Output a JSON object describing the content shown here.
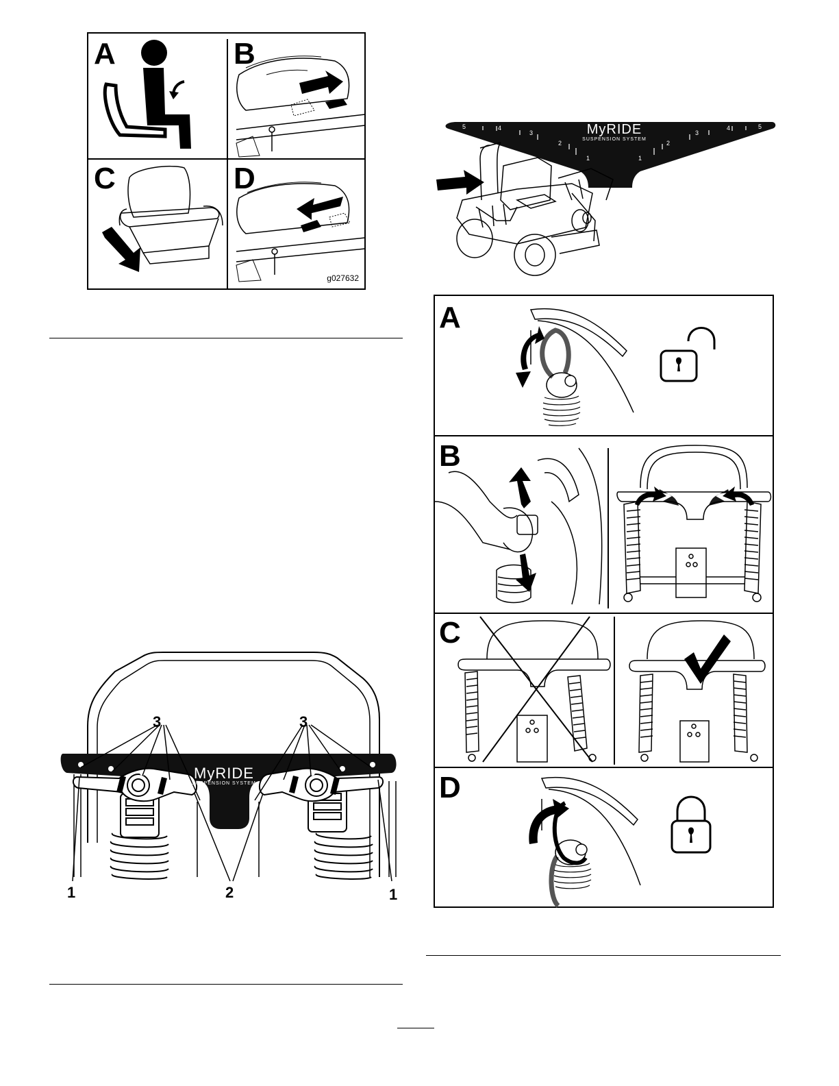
{
  "figure_seat": {
    "panels": [
      "A",
      "B",
      "C",
      "D"
    ],
    "code": "g027632"
  },
  "figure_decal": {
    "brand": "MyRIDE",
    "subtitle": "SUSPENSION SYSTEM",
    "settings": [
      "5",
      "4",
      "3",
      "2",
      "1",
      "1",
      "2",
      "3",
      "4",
      "5"
    ]
  },
  "figure_steps": {
    "panels": [
      "A",
      "B",
      "C",
      "D"
    ]
  },
  "figure_callouts": {
    "brand": "MyRIDE",
    "subtitle": "SUSPENSION SYSTEM",
    "labels": [
      "3",
      "3",
      "1",
      "2",
      "1"
    ]
  }
}
